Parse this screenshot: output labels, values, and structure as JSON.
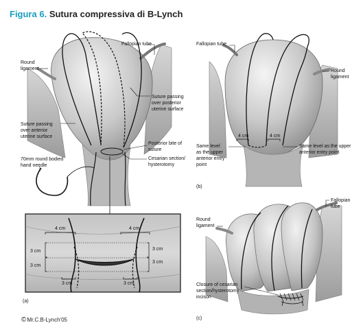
{
  "figure": {
    "number": "Figura 6.",
    "title": "Sutura compressiva di B-Lynch"
  },
  "panel_a": {
    "letter": "(a)",
    "labels": {
      "fallopian_tube": "Fallopian tube",
      "round_ligament_1": "Round",
      "round_ligament_2": "ligament",
      "posterior_surface_1": "Suture passing",
      "posterior_surface_2": "over posterior",
      "posterior_surface_3": "uterine surface",
      "anterior_surface_1": "Suture passing",
      "anterior_surface_2": "over anterior",
      "anterior_surface_3": "uterine surface",
      "posterior_bite_1": "Posterior bite of",
      "posterior_bite_2": "suture",
      "cesarian_1": "Cesarian section/",
      "cesarian_2": "hysterotomy",
      "needle_1": "70mm round bodied",
      "needle_2": "hand needle"
    },
    "inset": {
      "top_left": "4 cm",
      "top_right": "4 cm",
      "left_upper": "3 cm",
      "left_lower": "3 cm",
      "right_upper": "3 cm",
      "right_lower": "3 cm",
      "bottom_left": "3 cm",
      "bottom_right": "3 cm"
    }
  },
  "panel_b": {
    "letter": "(b)",
    "labels": {
      "fallopian_tube": "Fallopian tube",
      "round_ligament_1": "Round",
      "round_ligament_2": "ligament",
      "dim_left": "4 cm",
      "dim_right": "4 cm",
      "same_level_left_1": "Same level",
      "same_level_left_2": "as the upper",
      "same_level_left_3": "anterior entry",
      "same_level_left_4": "point",
      "same_level_right_1": "Same level as the upper",
      "same_level_right_2": "anterior entry point"
    }
  },
  "panel_c": {
    "letter": "(c)",
    "labels": {
      "fallopian_1": "Fallopian",
      "fallopian_2": "tube",
      "round_ligament_1": "Round",
      "round_ligament_2": "ligament",
      "closure_1": "Closure of cesarian",
      "closure_2": "section/hysterotomy",
      "closure_3": "incison"
    }
  },
  "copyright": {
    "symbol": "©",
    "text": "Mr.C.B-Lynch'05"
  }
}
